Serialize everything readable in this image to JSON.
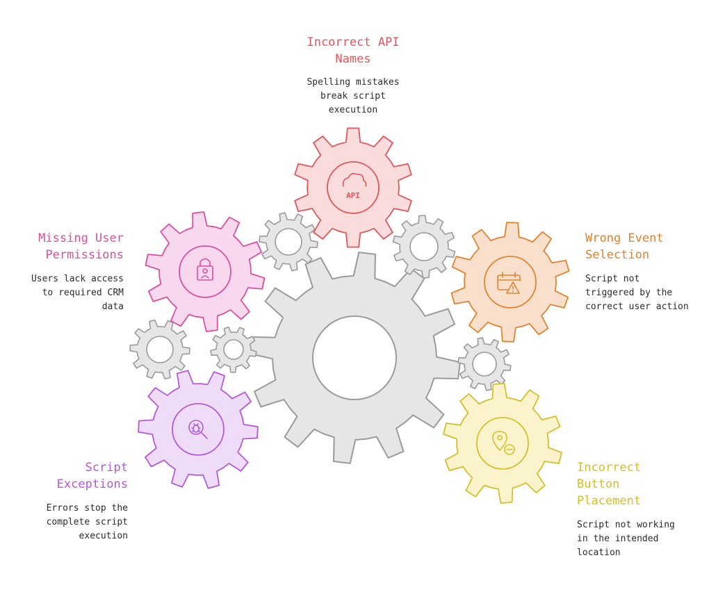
{
  "items": [
    {
      "id": "api-names",
      "title_lines": [
        "Incorrect API",
        "Names"
      ],
      "body_lines": [
        "Spelling mistakes",
        "break script",
        "execution"
      ],
      "color": "#e0575b",
      "fill": "#fadcdc",
      "icon": "cloud-api-icon",
      "icon_text": "API"
    },
    {
      "id": "user-permissions",
      "title_lines": [
        "Missing User",
        "Permissions"
      ],
      "body_lines": [
        "Users lack access",
        "to required CRM",
        "data"
      ],
      "color": "#d94f9e",
      "fill": "#f8d8ee",
      "icon": "lock-user-icon"
    },
    {
      "id": "event-selection",
      "title_lines": [
        "Wrong Event",
        "Selection"
      ],
      "body_lines": [
        "Script not",
        "triggered by the",
        "correct user action"
      ],
      "color": "#e0832f",
      "fill": "#f9e0cc",
      "icon": "calendar-warning-icon"
    },
    {
      "id": "script-exceptions",
      "title_lines": [
        "Script",
        "Exceptions"
      ],
      "body_lines": [
        "Errors stop the",
        "complete script",
        "execution"
      ],
      "color": "#b25ad8",
      "fill": "#eedcf8",
      "icon": "bug-search-icon"
    },
    {
      "id": "button-placement",
      "title_lines": [
        "Incorrect",
        "Button",
        "Placement"
      ],
      "body_lines": [
        "Script not working",
        "in the intended",
        "location"
      ],
      "color": "#d4bf2a",
      "fill": "#faf3cc",
      "icon": "location-remove-icon"
    }
  ]
}
